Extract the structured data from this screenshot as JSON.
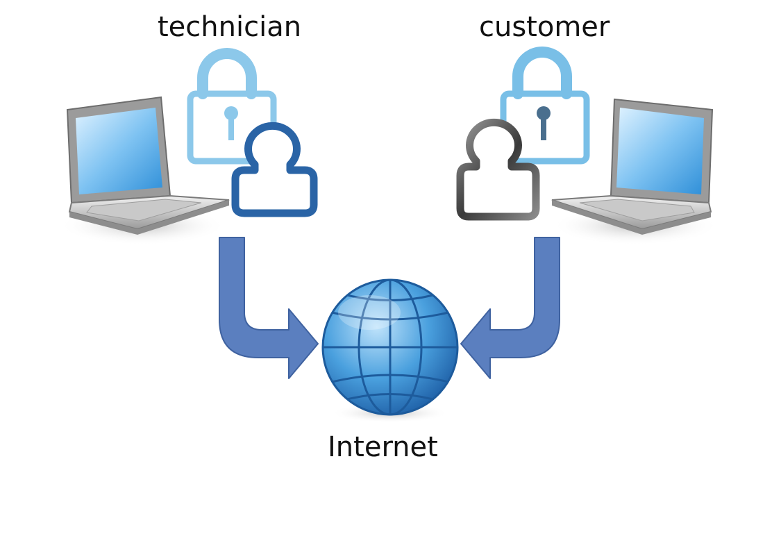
{
  "labels": {
    "technician": "technician",
    "customer": "customer",
    "internet": "Internet"
  },
  "icons": {
    "left_laptop": "laptop-icon",
    "right_laptop": "laptop-icon",
    "technician_lock": "padlock-icon",
    "technician_user": "user-icon",
    "customer_lock": "padlock-icon",
    "customer_user": "user-icon",
    "globe": "globe-icon",
    "left_arrow": "arrow-icon",
    "right_arrow": "arrow-icon"
  },
  "colors": {
    "arrow": "#5b7fbf",
    "technician_lock": "#8cc8ea",
    "technician_user": "#2a64a6",
    "customer_lock": "#79bfe7",
    "customer_user": "#5a5a5a",
    "globe": "#3d8fd0"
  }
}
